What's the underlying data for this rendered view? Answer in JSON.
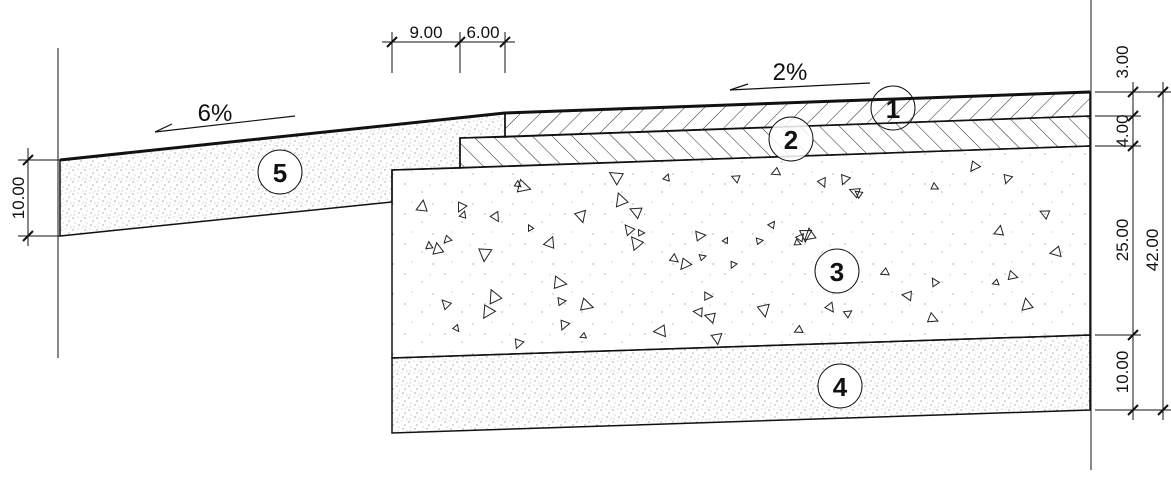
{
  "dimensions": {
    "top_left": "9.00",
    "top_right": "6.00",
    "layer1_thickness": "3.00",
    "layer2_thickness": "4.00",
    "layer3_thickness": "25.00",
    "layer4_thickness": "10.00",
    "total_thickness": "42.00",
    "layer5_thickness": "10.00"
  },
  "slopes": {
    "road": "2%",
    "shoulder": "6%"
  },
  "layers": [
    {
      "number": "1"
    },
    {
      "number": "2"
    },
    {
      "number": "3"
    },
    {
      "number": "4"
    },
    {
      "number": "5"
    }
  ]
}
